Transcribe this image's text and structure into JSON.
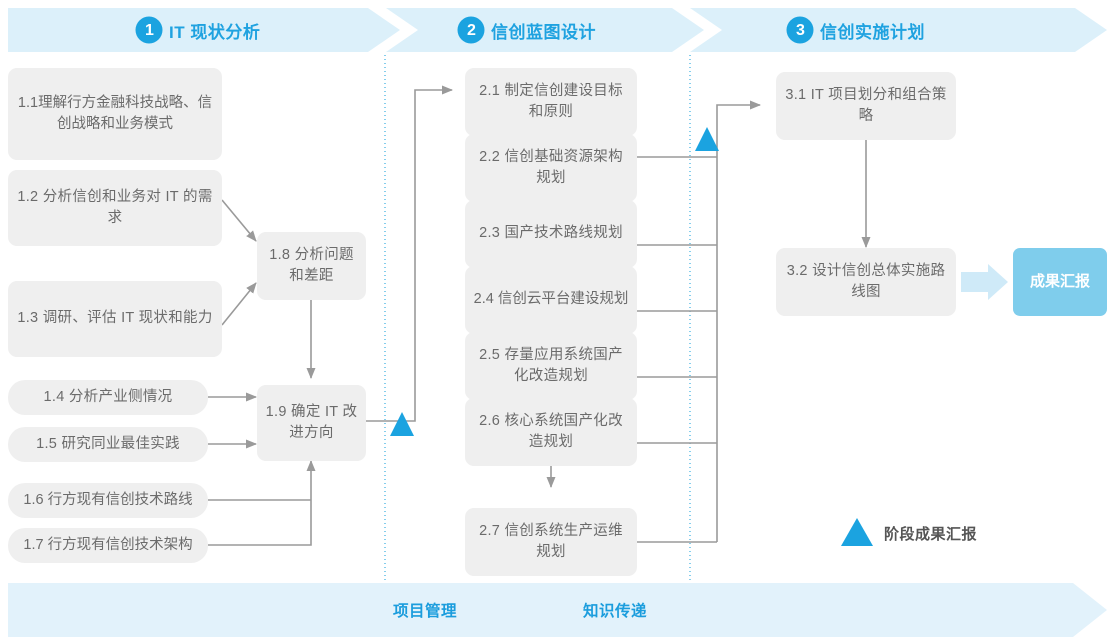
{
  "colors": {
    "band_fill": "#dcf0fa",
    "band_text": "#1fa2e0",
    "circle_fill": "#1ba3e0",
    "box_fill": "#efefef",
    "box_text": "#6b6b6b",
    "connector": "#999999",
    "dotted_divider": "#36aee0",
    "milestone_triangle": "#1ba3e0",
    "result_box_fill": "#7fcdec",
    "result_arrow_fill": "#cfeaf8",
    "footer_fill": "#e2f2fb",
    "legend_text": "#555555",
    "page_background": "#ffffff"
  },
  "header": {
    "phases": [
      {
        "number": "1",
        "label": "IT 现状分析"
      },
      {
        "number": "2",
        "label": "信创蓝图设计"
      },
      {
        "number": "3",
        "label": "信创实施计划"
      }
    ]
  },
  "phase1": {
    "boxes": [
      {
        "id": "1.1",
        "text": "1.1理解行方金融科技战略、信创战略和业务模式"
      },
      {
        "id": "1.2",
        "text": "1.2 分析信创和业务对 IT 的需求"
      },
      {
        "id": "1.3",
        "text": "1.3 调研、评估 IT 现状和能力"
      },
      {
        "id": "1.4",
        "text": "1.4 分析产业侧情况"
      },
      {
        "id": "1.5",
        "text": "1.5 研究同业最佳实践"
      },
      {
        "id": "1.6",
        "text": "1.6 行方现有信创技术路线"
      },
      {
        "id": "1.7",
        "text": "1.7 行方现有信创技术架构"
      },
      {
        "id": "1.8",
        "text": "1.8 分析问题和差距"
      },
      {
        "id": "1.9",
        "text": "1.9 确定 IT 改进方向"
      }
    ]
  },
  "phase2": {
    "boxes": [
      {
        "id": "2.1",
        "text": "2.1 制定信创建设目标和原则"
      },
      {
        "id": "2.2",
        "text": "2.2 信创基础资源架构规划"
      },
      {
        "id": "2.3",
        "text": "2.3 国产技术路线规划"
      },
      {
        "id": "2.4",
        "text": "2.4 信创云平台建设规划"
      },
      {
        "id": "2.5",
        "text": "2.5 存量应用系统国产化改造规划"
      },
      {
        "id": "2.6",
        "text": "2.6 核心系统国产化改造规划"
      },
      {
        "id": "2.7",
        "text": "2.7 信创系统生产运维规划"
      }
    ]
  },
  "phase3": {
    "boxes": [
      {
        "id": "3.1",
        "text": "3.1 IT 项目划分和组合策略"
      },
      {
        "id": "3.2",
        "text": "3.2 设计信创总体实施路线图"
      }
    ],
    "result": {
      "text": "成果汇报"
    }
  },
  "legend": {
    "milestone_label": "阶段成果汇报"
  },
  "footer": {
    "items": [
      "项目管理",
      "知识传递"
    ]
  }
}
